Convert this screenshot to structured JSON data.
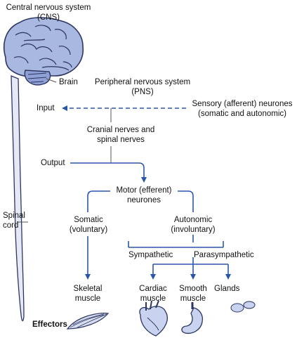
{
  "title": {
    "cns_line1": "Central nervous system",
    "cns_line2": "(CNS)"
  },
  "labels": {
    "brain": "Brain",
    "spinal_line1": "Spinal",
    "spinal_line2": "cord",
    "pns_line1": "Peripheral nervous system",
    "pns_line2": "(PNS)",
    "input": "Input",
    "sensory_line1": "Sensory (afferent) neurones",
    "sensory_line2": "(somatic and autonomic)",
    "cranial_line1": "Cranial nerves and",
    "cranial_line2": "spinal nerves",
    "output": "Output",
    "motor_line1": "Motor (efferent)",
    "motor_line2": "neurones",
    "somatic_line1": "Somatic",
    "somatic_line2": "(voluntary)",
    "autonomic_line1": "Autonomic",
    "autonomic_line2": "(involuntary)",
    "sympathetic": "Sympathetic",
    "parasympathetic": "Parasympathetic",
    "skeletal_line1": "Skeletal",
    "skeletal_line2": "muscle",
    "cardiac_line1": "Cardiac",
    "cardiac_line2": "muscle",
    "smooth_line1": "Smooth",
    "smooth_line2": "muscle",
    "glands": "Glands",
    "effectors": "Effectors"
  },
  "colors": {
    "arrow": "#2a56a8",
    "line": "#555555",
    "brain_fill": "#a9b8e0",
    "brain_stroke": "#2c3560",
    "organ_fill": "#c9d3ef"
  },
  "icons": [
    "brain-icon",
    "spinal-cord-icon",
    "skeletal-muscle-icon",
    "heart-icon",
    "stomach-icon",
    "glands-icon"
  ]
}
